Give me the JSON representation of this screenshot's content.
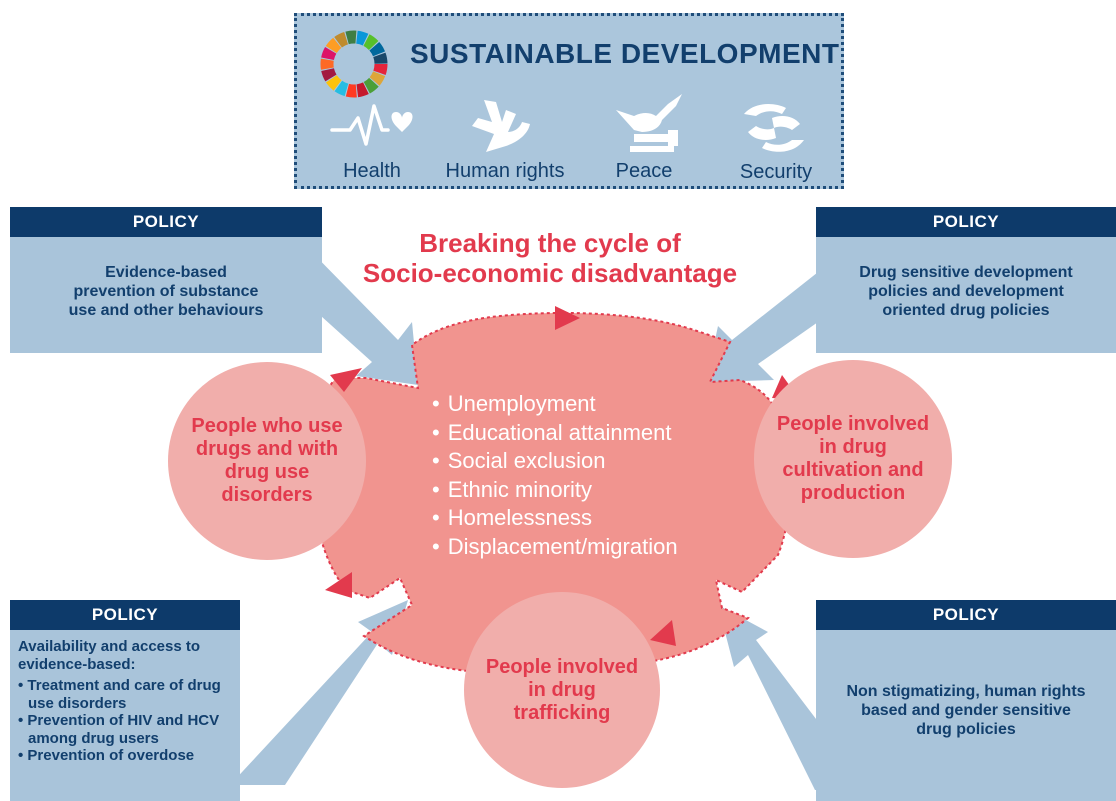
{
  "sustainable_development": {
    "title": "SUSTAINABLE DEVELOPMENT",
    "pillars": [
      {
        "label": "Health",
        "icon": "heartbeat-icon"
      },
      {
        "label": "Human rights",
        "icon": "hand-dove-icon"
      },
      {
        "label": "Peace",
        "icon": "dove-gavel-icon"
      },
      {
        "label": "Security",
        "icon": "protecting-hands-icon"
      }
    ]
  },
  "cycle": {
    "title_line1": "Breaking the cycle of",
    "title_line2": "Socio-economic disadvantage",
    "factors": [
      "Unemployment",
      "Educational attainment",
      "Social exclusion",
      "Ethnic minority",
      "Homelessness",
      "Displacement/migration"
    ]
  },
  "groups": {
    "users": [
      "People who use",
      "drugs and with",
      "drug use",
      "disorders"
    ],
    "cultivation": [
      "People involved",
      "in drug",
      "cultivation and",
      "production"
    ],
    "trafficking": [
      "People involved",
      "in drug",
      "trafficking"
    ]
  },
  "policies": {
    "top_left": {
      "header": "POLICY",
      "lines": [
        "Evidence-based",
        "prevention of substance",
        "use and other behaviours"
      ]
    },
    "top_right": {
      "header": "POLICY",
      "lines": [
        "Drug sensitive development",
        "policies and development",
        "oriented drug policies"
      ]
    },
    "bottom_left": {
      "header": "POLICY",
      "intro": [
        "Availability and access to",
        "evidence-based:"
      ],
      "bullets": [
        [
          "Treatment and care of drug",
          "use disorders"
        ],
        [
          "Prevention of HIV and HCV",
          "among drug users"
        ],
        [
          "Prevention of overdose"
        ]
      ]
    },
    "bottom_right": {
      "header": "POLICY",
      "lines": [
        "Non stigmatizing, human rights",
        "based and gender sensitive",
        "drug policies"
      ]
    }
  },
  "colors": {
    "navy": "#0d3a6a",
    "light_blue": "#a9c4da",
    "cycle_fill": "#f1948f",
    "circle_fill": "#f1aeab",
    "accent_red": "#e23a4d"
  }
}
